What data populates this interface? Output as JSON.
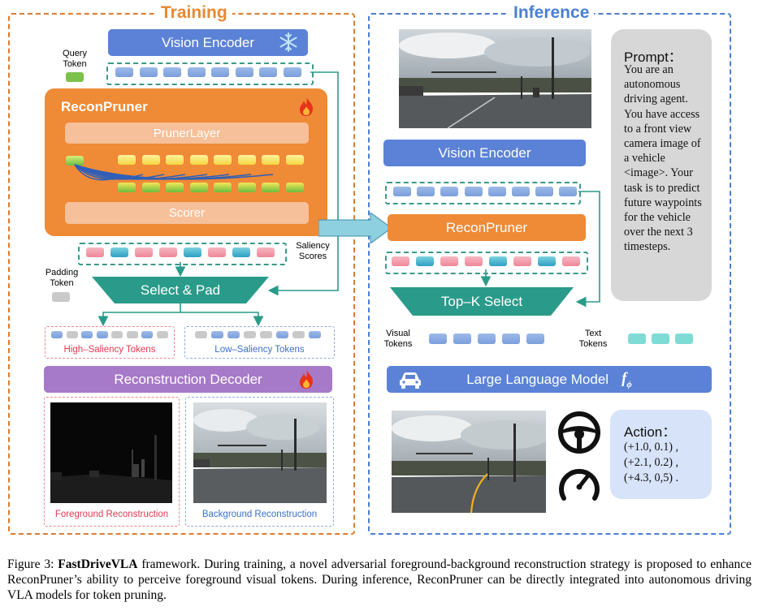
{
  "training": {
    "title": "Training",
    "vision_encoder": "Vision Encoder",
    "query_token_label": "Query\nToken",
    "recon_pruner": "ReconPruner",
    "pruner_layer": "PrunerLayer",
    "scorer": "Scorer",
    "saliency_scores_label": "Saliency\nScores",
    "padding_token_label": "Padding\nToken",
    "select_pad": "Select & Pad",
    "high_saliency": "High–Saliency Tokens",
    "low_saliency": "Low–Saliency Tokens",
    "recon_decoder": "Reconstruction Decoder",
    "fg_recon": "Foreground Reconstruction",
    "bg_recon": "Background Reconstruction"
  },
  "inference": {
    "title": "Inference",
    "vision_encoder": "Vision Encoder",
    "recon_pruner": "ReconPruner",
    "topk_select": "Top–K Select",
    "visual_tokens_label": "Visual\nTokens",
    "text_tokens_label": "Text\nTokens",
    "llm": "Large Language Model",
    "llm_symbol": "f",
    "llm_subscript": "ϕ",
    "prompt_title": "Prompt：",
    "prompt_body": "You are an autonomous driving agent. You have access to a front view camera image of a vehicle <image>. Your task is to predict future waypoints for the vehicle over the next 3 timesteps.",
    "action_title": "Action：",
    "action_lines": [
      "(+1.0, 0.1) ,",
      "(+2.1, 0.2) ,",
      "(+4.3, 0,5) ."
    ]
  },
  "icons": {
    "snowflake": "snowflake-icon",
    "fire": "fire-icon",
    "car": "car-icon",
    "steering": "steering-wheel-icon",
    "speedometer": "speedometer-icon"
  },
  "colors": {
    "training_border": "#e07a2c",
    "inference_border": "#4a7fd4",
    "encoder_blue": "#5b82d6",
    "pruner_orange": "#ef8a36",
    "select_teal": "#2a9b8a",
    "decoder_purple": "#a779c9",
    "high_saliency_text": "#e23a50",
    "low_saliency_text": "#3a6fc9"
  },
  "caption": {
    "figure_label": "Figure 3:",
    "model_name": "FastDriveVLA",
    "text": " framework. During training, a novel adversarial foreground-background reconstruction strategy is proposed to enhance ReconPruner’s ability to perceive foreground visual tokens. During inference, ReconPruner can be directly integrated into autonomous driving VLA models for token pruning."
  }
}
